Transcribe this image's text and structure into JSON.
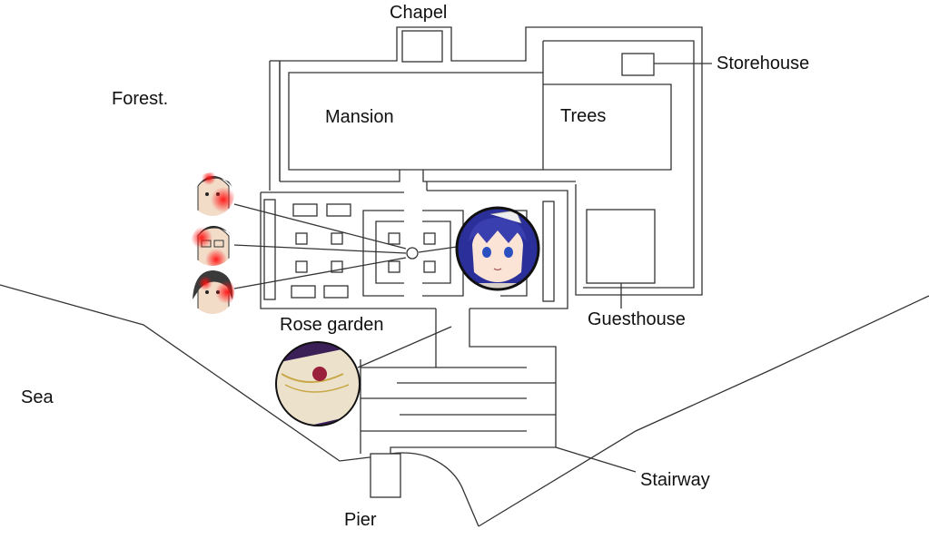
{
  "map": {
    "labels": {
      "chapel": "Chapel",
      "storehouse": "Storehouse",
      "forest": "Forest.",
      "mansion": "Mansion",
      "trees": "Trees",
      "guesthouse": "Guesthouse",
      "rose_garden": "Rose garden",
      "sea": "Sea",
      "stairway": "Stairway",
      "pier": "Pier"
    },
    "portraits": {
      "victim_1": "male-portrait-bloodied",
      "victim_2": "male-glasses-portrait-bloodied",
      "victim_3": "female-portrait-bloodied",
      "maid": "blue-haired-maid-portrait",
      "letter": "sealed-letter-envelope"
    },
    "colors": {
      "lines": "#333333",
      "blood": "#e01010",
      "maid_hair": "#2b2f9a",
      "envelope": "#4a2a66"
    }
  }
}
